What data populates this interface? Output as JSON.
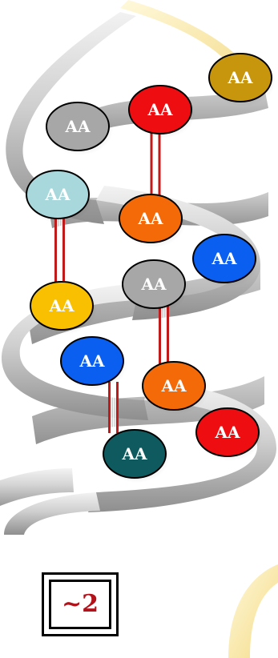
{
  "diagram": {
    "node_label": "AA",
    "label_color": "#ffffff",
    "nodes": [
      {
        "id": "n1",
        "color": "#c8960c"
      },
      {
        "id": "n2",
        "color": "#ee0e12"
      },
      {
        "id": "n3",
        "color": "#a7a7a7"
      },
      {
        "id": "n4",
        "color": "#a9d8dc"
      },
      {
        "id": "n5",
        "color": "#f46a08"
      },
      {
        "id": "n6",
        "color": "#0a5ef0"
      },
      {
        "id": "n7",
        "color": "#a7a7a7"
      },
      {
        "id": "n8",
        "color": "#f8c000"
      },
      {
        "id": "n9",
        "color": "#0a5ef0"
      },
      {
        "id": "n10",
        "color": "#f46a08"
      },
      {
        "id": "n11",
        "color": "#ee0e12"
      },
      {
        "id": "n12",
        "color": "#0e5a5e"
      }
    ],
    "bonds": [
      {
        "from": "n2",
        "to": "n5"
      },
      {
        "from": "n4",
        "to": "n8"
      },
      {
        "from": "n7",
        "to": "n10"
      },
      {
        "from": "n9",
        "to": "n12"
      }
    ],
    "bond_color": "#c01a1a"
  },
  "badge": {
    "text": "~2",
    "text_color": "#b3121a"
  }
}
